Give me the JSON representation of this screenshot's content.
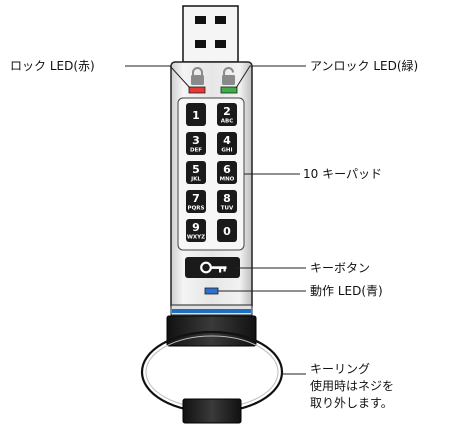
{
  "labels": {
    "lock_led": "ロック LED(赤)",
    "unlock_led": "アンロック LED(緑)",
    "keypad": "10 キーパッド",
    "key_button": "キーボタン",
    "activity_led": "動作 LED(青)",
    "key_ring_title": "キーリング",
    "key_ring_note_line1": "使用時はネジを",
    "key_ring_note_line2": "取り外します。"
  },
  "keypad": {
    "keys": [
      {
        "num": "1",
        "sub": ""
      },
      {
        "num": "2",
        "sub": "ABC"
      },
      {
        "num": "3",
        "sub": "DEF"
      },
      {
        "num": "4",
        "sub": "GHI"
      },
      {
        "num": "5",
        "sub": "JKL"
      },
      {
        "num": "6",
        "sub": "MNO"
      },
      {
        "num": "7",
        "sub": "PQRS"
      },
      {
        "num": "8",
        "sub": "TUV"
      },
      {
        "num": "9",
        "sub": "WXYZ"
      },
      {
        "num": "0",
        "sub": ""
      }
    ]
  },
  "colors": {
    "lock_led": "#e53935",
    "unlock_led": "#3fae49",
    "activity_led": "#2f6fd0",
    "band": "#1c6fc2",
    "key": "#1a1a1a",
    "body": "#e9e9e9",
    "leader": "#222222"
  },
  "icons": {
    "lock": "padlock-closed-icon",
    "unlock": "padlock-open-icon",
    "key": "key-icon"
  }
}
